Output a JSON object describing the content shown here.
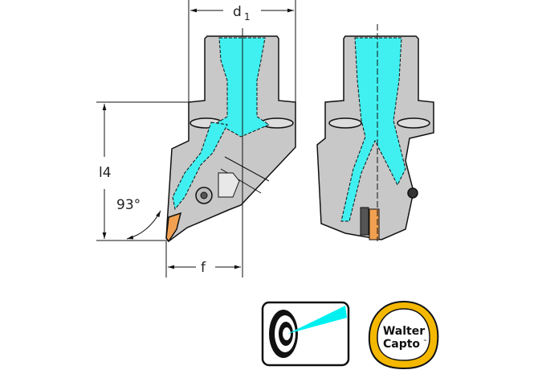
{
  "dimensions": {
    "d1": "d",
    "d1_sub": "1",
    "l4": "l4",
    "angle": "93°",
    "f": "f"
  },
  "logo": {
    "line1": "Walter",
    "line2": "Capto",
    "tm": "™"
  },
  "colors": {
    "body": "#c8c8c8",
    "coolant": "#40f0f0",
    "insert": "#f0a050",
    "logo_ring": "#f5b800"
  },
  "icons": [
    "internal-coolant-icon",
    "walter-capto-logo"
  ]
}
